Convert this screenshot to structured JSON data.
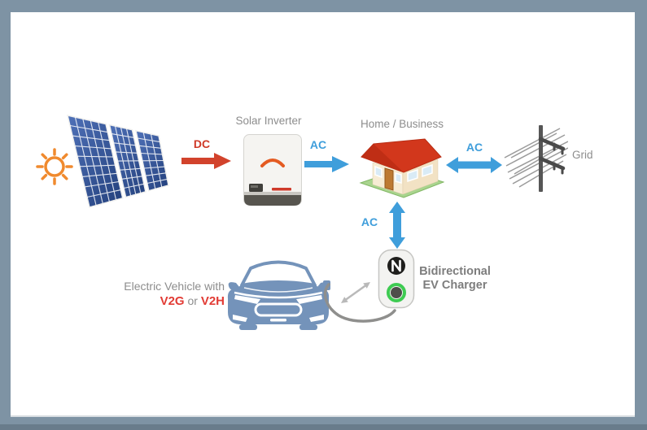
{
  "frame": {
    "border_color": "#7e93a4",
    "canvas_color": "#ffffff"
  },
  "labels": {
    "solar_inverter": "Solar Inverter",
    "home_business": "Home / Business",
    "grid": "Grid",
    "charger_line1": "Bidirectional",
    "charger_line2": "EV Charger",
    "ev_prefix": "Electric Vehicle with",
    "ev_v2g": "V2G",
    "ev_or": "or",
    "ev_v2h": "V2H"
  },
  "flows": {
    "dc": {
      "label": "DC",
      "color": "#d2432c",
      "direction": "right",
      "from": "solar-panels",
      "to": "solar-inverter"
    },
    "ac_inverter_to_home": {
      "label": "AC",
      "color": "#3f9edb",
      "direction": "right",
      "from": "solar-inverter",
      "to": "home-business"
    },
    "ac_home_grid": {
      "label": "AC",
      "color": "#3f9edb",
      "direction": "bidirectional",
      "from": "home-business",
      "to": "grid"
    },
    "ac_home_charger": {
      "label": "AC",
      "color": "#3f9edb",
      "direction": "bidirectional",
      "from": "home-business",
      "to": "bidirectional-ev-charger"
    }
  },
  "icons": {
    "sun": "sun-icon",
    "solar_panels": "solar-panel-array-icon",
    "inverter": "solar-inverter-icon",
    "house": "house-icon",
    "utility_pole": "utility-pole-icon",
    "ev_charger": "ev-charger-icon",
    "car": "electric-car-icon",
    "cable": "charging-cable-icon",
    "exchange_arrow": "bidirectional-exchange-icon"
  },
  "colors": {
    "sun_orange": "#f08a2e",
    "panel_blue": "#35549c",
    "roof_red": "#d0341b",
    "lawn_green": "#a9d48e",
    "car_blue": "#7493ba",
    "charger_ring_green": "#3ecb52",
    "v2_red": "#e23c35",
    "text_gray": "#8d8d8d"
  }
}
